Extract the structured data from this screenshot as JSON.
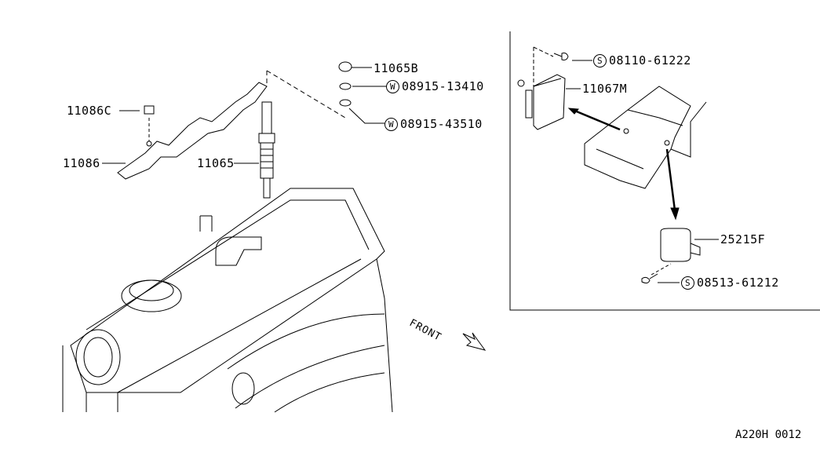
{
  "diagram": {
    "parts": [
      {
        "id": "p1",
        "label": "11065B"
      },
      {
        "id": "p2",
        "marker": "W",
        "label": "08915-13410"
      },
      {
        "id": "p3",
        "marker": "W",
        "label": "08915-43510"
      },
      {
        "id": "p4",
        "label": "11086C"
      },
      {
        "id": "p5",
        "label": "11086"
      },
      {
        "id": "p6",
        "label": "11065"
      },
      {
        "id": "p7",
        "marker": "S",
        "label": "08110-61222"
      },
      {
        "id": "p8",
        "label": "11067M"
      },
      {
        "id": "p9",
        "label": "25215F"
      },
      {
        "id": "p10",
        "marker": "S",
        "label": "08513-61212"
      }
    ],
    "direction_label": "FRONT",
    "figure_code": "A220H 0012"
  }
}
